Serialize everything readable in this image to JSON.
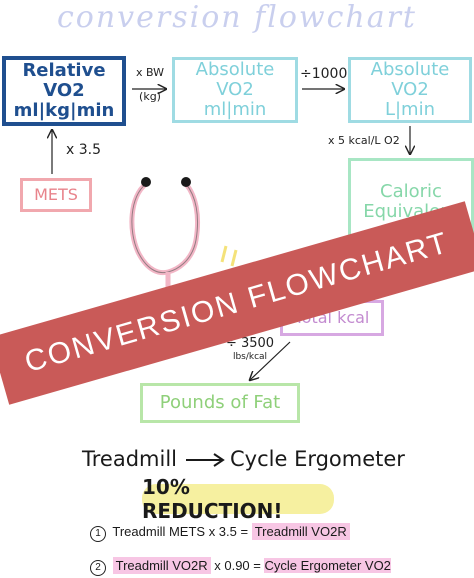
{
  "title": "conversion flowchart",
  "boxes": {
    "relative_vo2": {
      "line1": "Relative VO2",
      "line2": "ml|kg|min"
    },
    "absolute_vo2_ml": {
      "line1": "Absolute VO2",
      "line2": "ml|min"
    },
    "absolute_vo2_l": {
      "line1": "Absolute VO2",
      "line2": "L|min"
    },
    "mets": "METS",
    "caloric": {
      "line1": "Caloric",
      "line2": "Equivalent"
    },
    "total_kcal": "Total kcal",
    "pounds_fat": "Pounds of Fat"
  },
  "labels": {
    "bw": "x BW",
    "kg": "(kg)",
    "div1000": "÷1000",
    "kcal_per_l": "x 5 kcal/L O2",
    "x35": "x 3.5",
    "div3500": "÷ 3500",
    "lbs_kcal": "lbs/kcal"
  },
  "banner": "CONVERSION FLOWCHART",
  "bottom": {
    "treadmill": "Treadmill",
    "cycle": "Cycle Ergometer",
    "reduction": "10% REDUCTION!",
    "f1_num": "1",
    "f1_left": "Treadmill METS  x  3.5  =",
    "f1_right": "Treadmill VO2R",
    "f2_num": "2",
    "f2_left": "Treadmill VO2R",
    "f2_mid": "x 0.90 =",
    "f2_right": "Cycle Ergometer VO2"
  },
  "colors": {
    "navy": "#1f4f8f",
    "cyan": "#9fdbe3",
    "pink": "#f1a8ae",
    "green": "#a8e6c4",
    "purple": "#d7a8e2",
    "lime": "#b8e6a8",
    "banner": "#c95a58",
    "highlight": "#f6f0a0"
  }
}
